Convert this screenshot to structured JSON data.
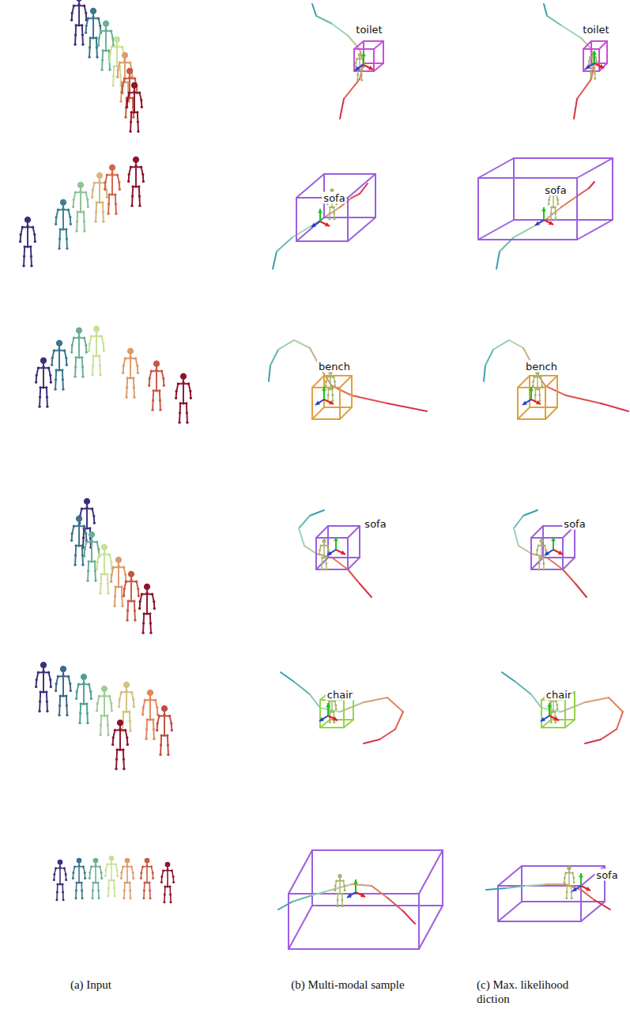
{
  "diagram": {
    "labels": [
      "toilet",
      "toilet",
      "sofa",
      "sofa",
      "bench",
      "bench",
      "sofa",
      "sofa",
      "chair",
      "chair",
      "sofa",
      "(a) Input",
      "(b) Multi-modal sample",
      "(c) Max. likelihood diction"
    ]
  }
}
